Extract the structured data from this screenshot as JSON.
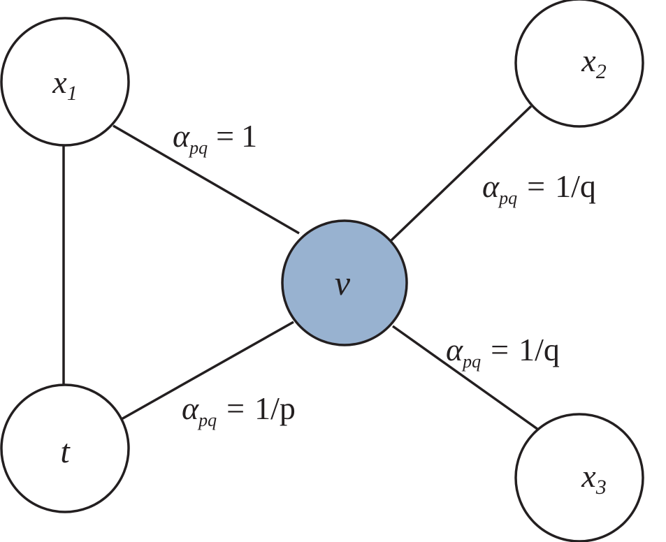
{
  "colors": {
    "stroke": "#231f20",
    "node_fill": "#ffffff",
    "current_node_fill": "#98b2d0"
  },
  "nodes": {
    "x1": {
      "label": "x",
      "subscript": "1"
    },
    "x2": {
      "label": "x",
      "subscript": "2"
    },
    "x3": {
      "label": "x",
      "subscript": "3"
    },
    "t": {
      "label": "t",
      "subscript": ""
    },
    "v": {
      "label": "v",
      "subscript": ""
    }
  },
  "edges": [
    {
      "from": "t",
      "to": "x1"
    },
    {
      "from": "x1",
      "to": "v"
    },
    {
      "from": "t",
      "to": "v"
    },
    {
      "from": "x2",
      "to": "v"
    },
    {
      "from": "x3",
      "to": "v"
    }
  ],
  "edge_labels": {
    "v_x1": {
      "symbol": "α",
      "subscript": "pq",
      "relation": "=",
      "value": "1"
    },
    "v_x2": {
      "symbol": "α",
      "subscript": "pq",
      "relation": "=",
      "value": "1/q"
    },
    "v_x3": {
      "symbol": "α",
      "subscript": "pq",
      "relation": "=",
      "value": "1/q"
    },
    "v_t": {
      "symbol": "α",
      "subscript": "pq",
      "relation": "=",
      "value": "1/p"
    }
  }
}
